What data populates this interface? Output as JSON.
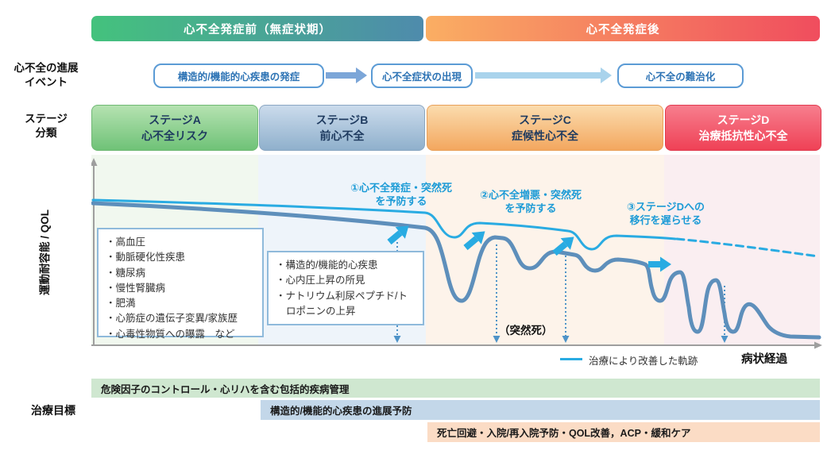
{
  "header": {
    "pre_onset": "心不全発症前（無症状期）",
    "post_onset": "心不全発症後"
  },
  "progression": {
    "label_line1": "心不全の進展",
    "label_line2": "イベント",
    "events": [
      "構造的/機能的心疾患の発症",
      "心不全症状の出現",
      "心不全の難治化"
    ]
  },
  "stage_classification": {
    "label_line1": "ステージ",
    "label_line2": "分類",
    "stages": [
      {
        "name": "ステージA",
        "subtitle": "心不全リスク"
      },
      {
        "name": "ステージB",
        "subtitle": "前心不全"
      },
      {
        "name": "ステージC",
        "subtitle": "症候性心不全"
      },
      {
        "name": "ステージD",
        "subtitle": "治療抵抗性心不全"
      }
    ]
  },
  "chart": {
    "y_axis_label": "運動耐容能 / QOL",
    "x_axis_label": "病状経過",
    "legend_label": "治療により改善した軌跡",
    "sudden_death_label": "（突然死）",
    "annotations": [
      {
        "line1": "①心不全発症・突然死",
        "line2": "を予防する"
      },
      {
        "line1": "②心不全増悪・突然死",
        "line2": "を予防する"
      },
      {
        "line1": "③ステージDへの",
        "line2": "移行を遅らせる"
      }
    ],
    "stage_a_risk_factors": [
      "高血圧",
      "動脈硬化性疾患",
      "糖尿病",
      "慢性腎臓病",
      "肥満",
      "心筋症の遺伝子変異/家族歴",
      "心毒性物質への曝露　など"
    ],
    "stage_b_findings": [
      "構造的/機能的心疾患",
      "心内圧上昇の所見",
      "ナトリウム利尿ペプチド/トロポニンの上昇"
    ]
  },
  "treatment_goals": {
    "label": "治療目標",
    "bars": [
      "危険因子のコントロール・心リハを含む包括的疾病管理",
      "構造的/機能的心疾患の進展予防",
      "死亡回避・入院/再入院予防・QOL改善，ACP・緩和ケア"
    ]
  },
  "colors": {
    "pre_onset_gradient": [
      "#44C27D",
      "#4E8BAC"
    ],
    "post_onset_gradient": [
      "#FAAE63",
      "#F04D5E"
    ],
    "trajectory_dark": "#5E8FBB",
    "trajectory_improved": "#29ABE2",
    "annotation_text": "#1C9BD6",
    "goal_bar_colors": [
      "#CFE7D0",
      "#C3D7E9",
      "#FBDCC5"
    ]
  }
}
